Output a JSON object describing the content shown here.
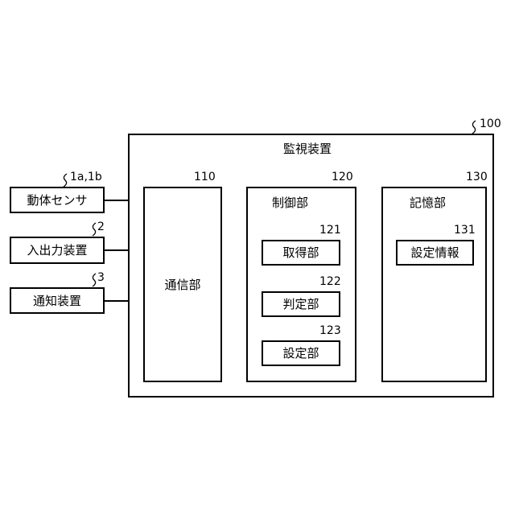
{
  "device": {
    "title": "監視装置",
    "ref": "100"
  },
  "comm": {
    "label": "通信部",
    "ref": "110"
  },
  "control": {
    "label": "制御部",
    "ref": "120",
    "units": [
      {
        "label": "取得部",
        "ref": "121"
      },
      {
        "label": "判定部",
        "ref": "122"
      },
      {
        "label": "設定部",
        "ref": "123"
      }
    ]
  },
  "storage": {
    "label": "記憶部",
    "ref": "130",
    "info": {
      "label": "設定情報",
      "ref": "131"
    }
  },
  "external": [
    {
      "label": "動体センサ",
      "ref": "1a,1b"
    },
    {
      "label": "入出力装置",
      "ref": "2"
    },
    {
      "label": "通知装置",
      "ref": "3"
    }
  ]
}
